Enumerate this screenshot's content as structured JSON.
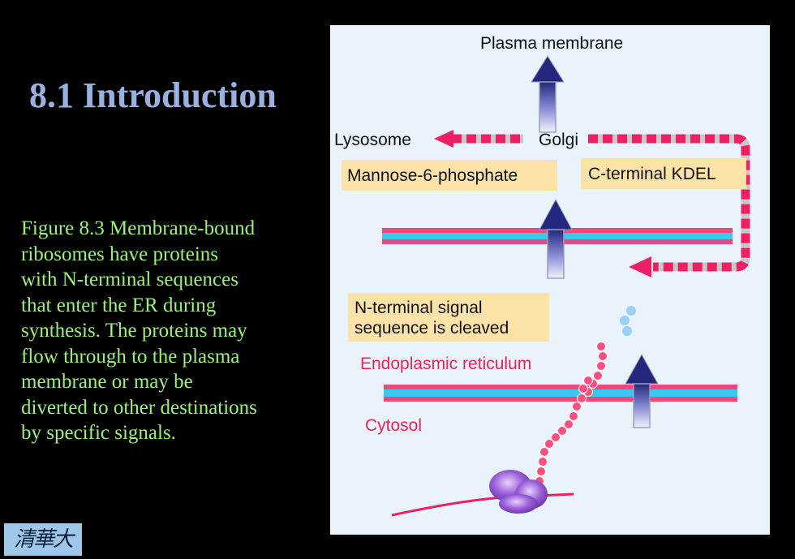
{
  "slide": {
    "title": "8.1 Introduction",
    "caption_lines": [
      "Figure 8.3 Membrane-bound",
      "ribosomes have proteins",
      "with N-terminal sequences",
      "that enter the ER during",
      "synthesis. The proteins may",
      "flow through to the plasma",
      "membrane or may be",
      "diverted to other destinations",
      "by specific signals."
    ],
    "logo_text": "清華大學"
  },
  "figure": {
    "labels": {
      "plasma_membrane": "Plasma membrane",
      "lysosome": "Lysosome",
      "golgi": "Golgi",
      "mannose": "Mannose-6-phosphate",
      "kdel": "C-terminal KDEL",
      "signal_line1": "N-terminal signal",
      "signal_line2": "sequence is cleaved",
      "er": "Endoplasmic reticulum",
      "cytosol": "Cytosol"
    },
    "colors": {
      "panel_bg": "#e8f3fc",
      "label_box": "#fde3a8",
      "membrane_pink": "#f0487a",
      "membrane_cyan": "#3ac8f0",
      "dash_pink": "#ee1f66",
      "dash_grey": "#c8c8c8",
      "arrow_dark": "#2a2f8a",
      "chain_pink": "#ff4f7e",
      "ribosome": "#8b4fd0",
      "fragment": "#9ad0f4",
      "text_red": "#e8245a"
    }
  }
}
